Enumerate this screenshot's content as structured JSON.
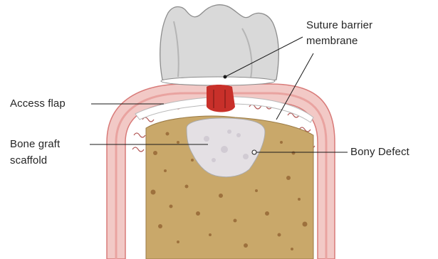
{
  "labels": {
    "suture_barrier_membrane": [
      "Suture barrier",
      "membrane"
    ],
    "access_flap": "Access flap",
    "bone_graft_scaffold": [
      "Bone graft",
      "scaffold"
    ],
    "bony_defect": "Bony Defect"
  },
  "colors": {
    "tooth_enamel": "#d9d9d9",
    "gum_tissue": "#f2c9c6",
    "gum_outline": "#d87a78",
    "membrane_red": "#c8302a",
    "bone": "#c9a86a",
    "bone_pores": "#8f5f2f",
    "graft": "#e4e0e4",
    "leader_line": "#1a1a1a"
  }
}
